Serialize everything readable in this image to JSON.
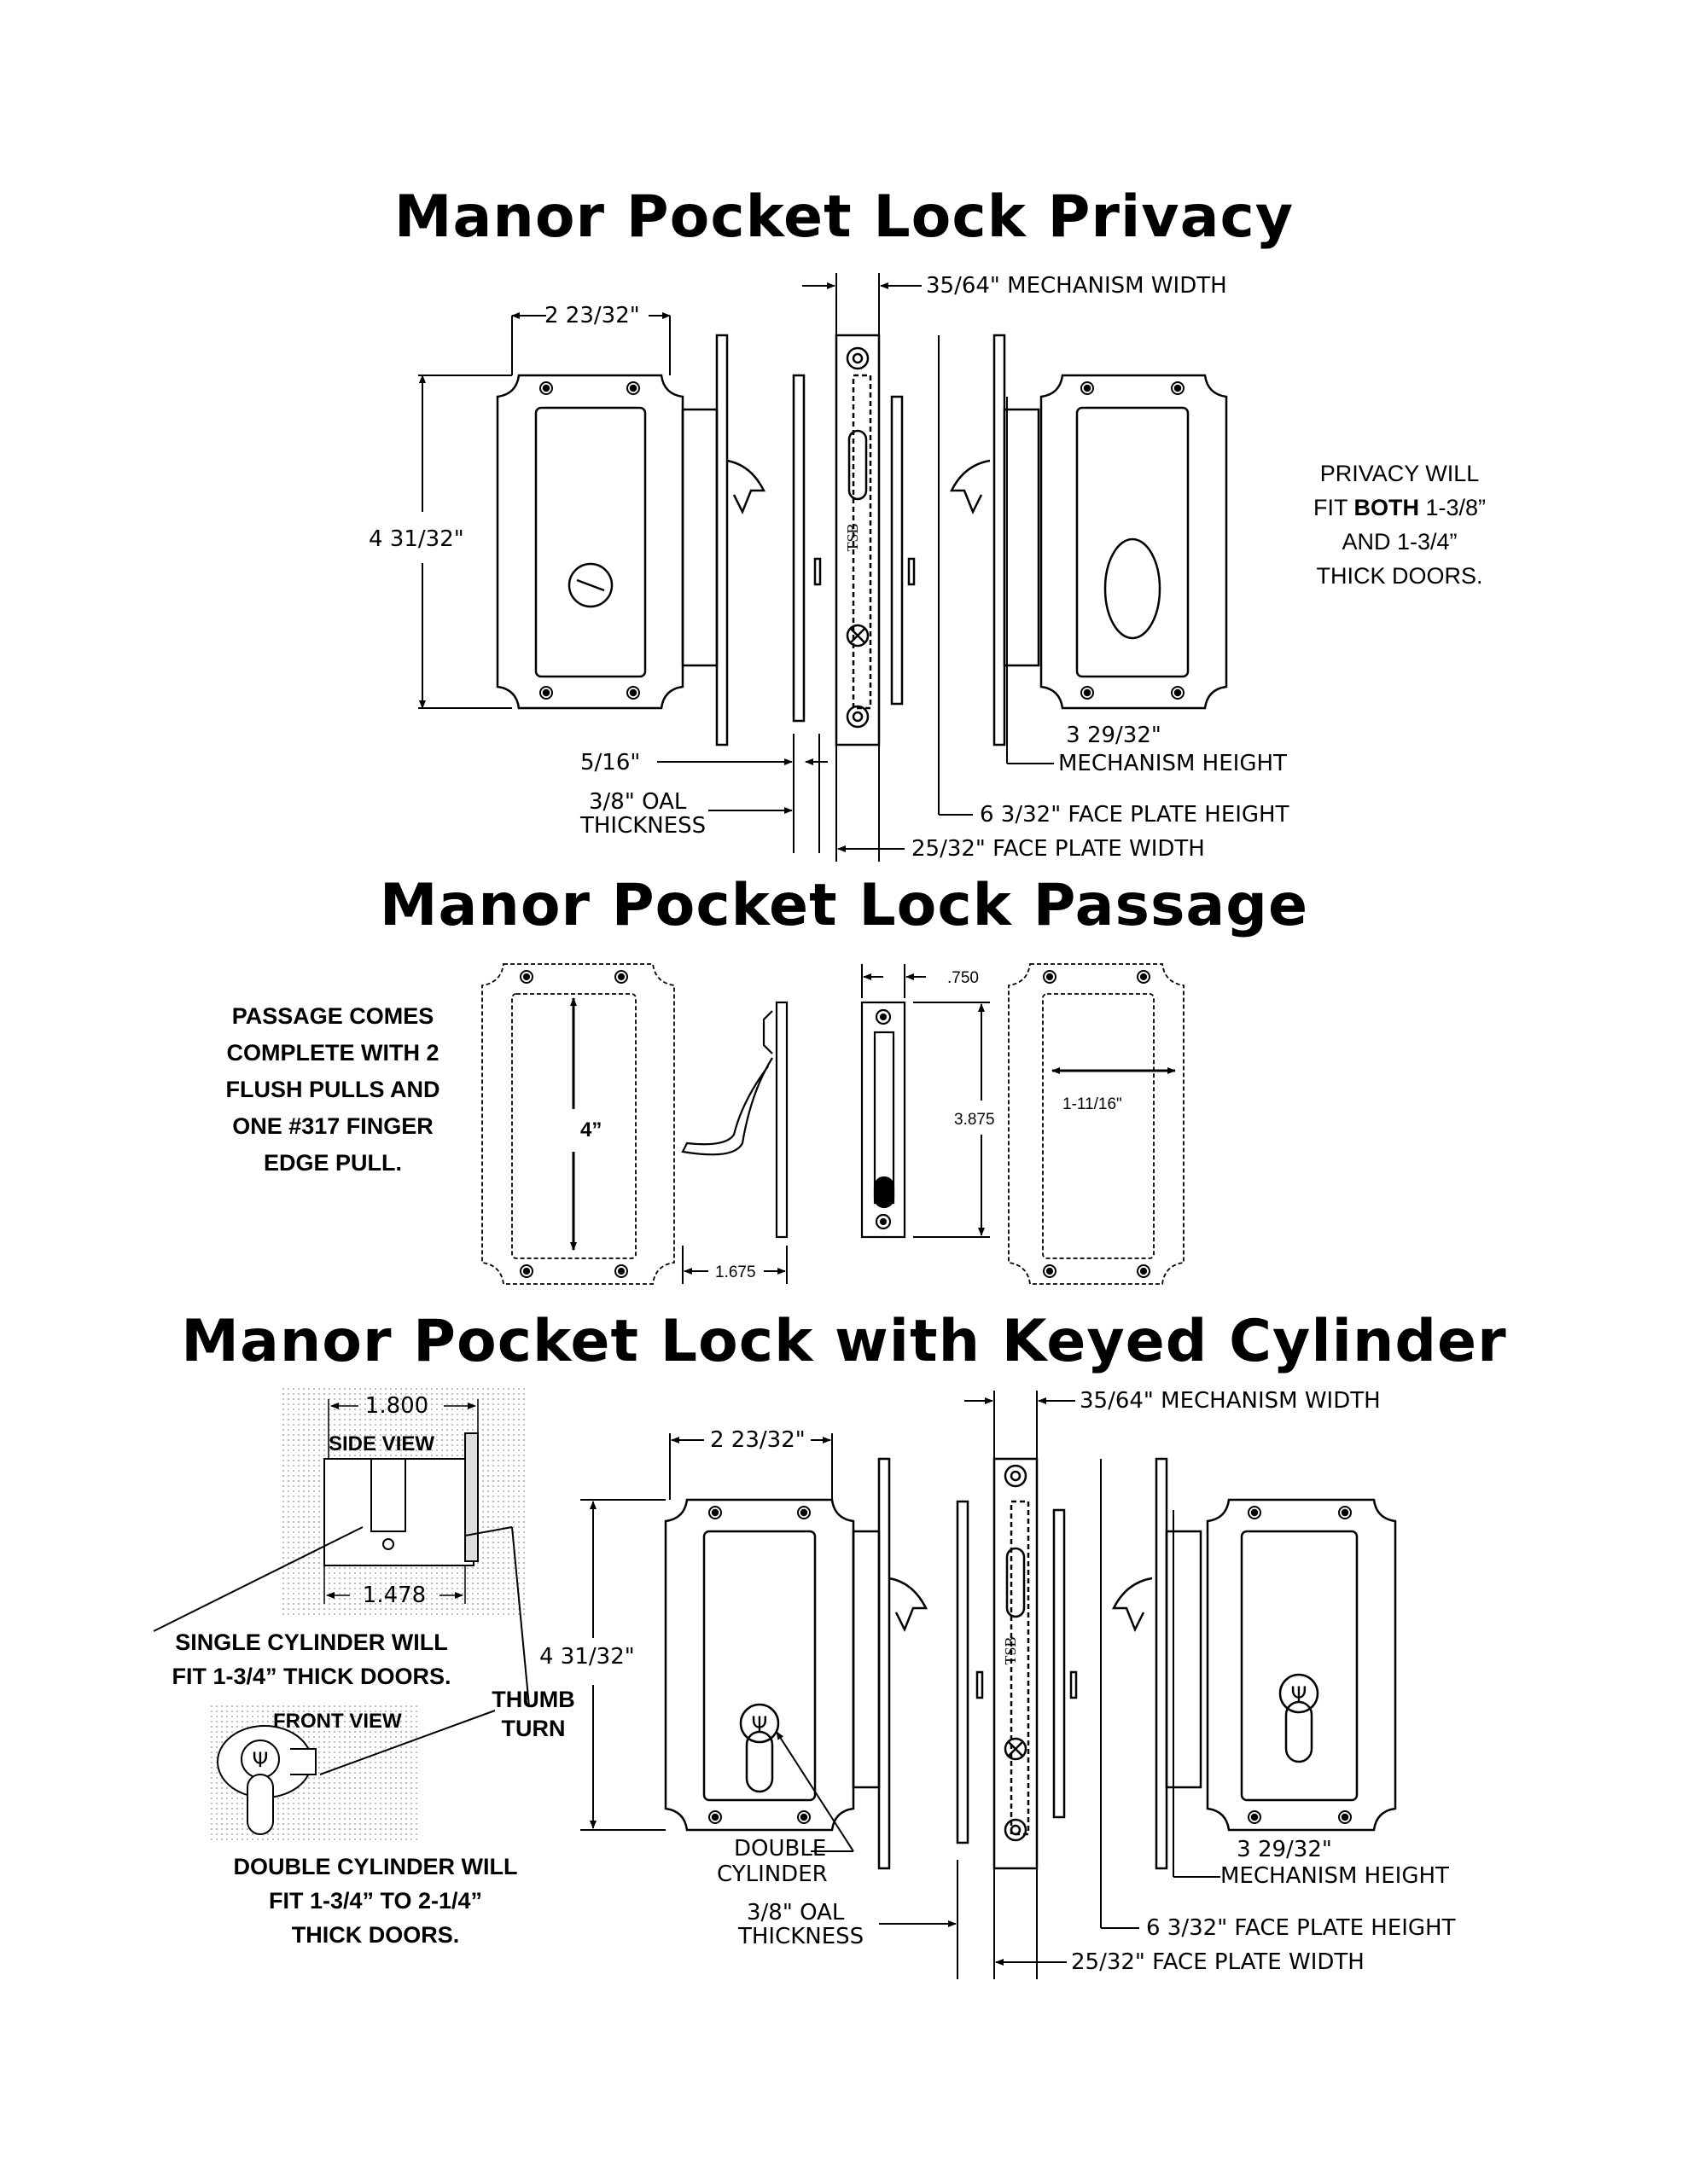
{
  "sections": {
    "privacy": {
      "title": "Manor Pocket Lock Privacy",
      "note_lines": [
        "PRIVACY WILL",
        "FIT ",
        "BOTH",
        " 1-3/8”",
        "AND 1-3/4”",
        "THICK DOORS."
      ],
      "dims": {
        "plate_width": "2 23/32\"",
        "plate_height": "4 31/32\"",
        "mech_width": "35/64\" MECHANISM WIDTH",
        "mech_height_1": "3 29/32\"",
        "mech_height_2": "MECHANISM HEIGHT",
        "five_sixteenths": "5/16\"",
        "oal_1": "3/8\" OAL",
        "oal_2": "THICKNESS",
        "face_height": "6 3/32\" FACE PLATE HEIGHT",
        "face_width": "25/32\" FACE PLATE WIDTH"
      }
    },
    "passage": {
      "title": "Manor Pocket Lock Passage",
      "note_lines": [
        "PASSAGE COMES",
        "COMPLETE WITH 2",
        "FLUSH PULLS AND",
        "ONE #317 FINGER",
        "EDGE PULL."
      ],
      "dims": {
        "pull_height": "4”",
        "edge_pull_width": "1.675",
        "face_width": ".750",
        "face_height": "3.875",
        "pull_width": "1-11/16\""
      }
    },
    "keyed": {
      "title": "Manor Pocket Lock with Keyed Cylinder",
      "side_view": "SIDE VIEW",
      "front_view": "FRONT VIEW",
      "cyl_top_dim": "1.800",
      "cyl_bottom_dim": "1.478",
      "single_note": [
        "SINGLE CYLINDER WILL",
        "FIT 1-3/4” THICK DOORS."
      ],
      "double_note": [
        "DOUBLE CYLINDER WILL",
        "FIT 1-3/4” TO 2-1/4”",
        "THICK DOORS."
      ],
      "thumb_turn": [
        "THUMB",
        "TURN"
      ],
      "double_cyl": [
        "DOUBLE",
        "CYLINDER"
      ],
      "dims": {
        "plate_width": "2 23/32\"",
        "plate_height": "4 31/32\"",
        "mech_width": "35/64\" MECHANISM WIDTH",
        "mech_height_1": "3 29/32\"",
        "mech_height_2": "MECHANISM HEIGHT",
        "oal_1": "3/8\" OAL",
        "oal_2": "THICKNESS",
        "face_height": "6 3/32\" FACE PLATE HEIGHT",
        "face_width": "25/32\" FACE PLATE WIDTH"
      }
    }
  }
}
